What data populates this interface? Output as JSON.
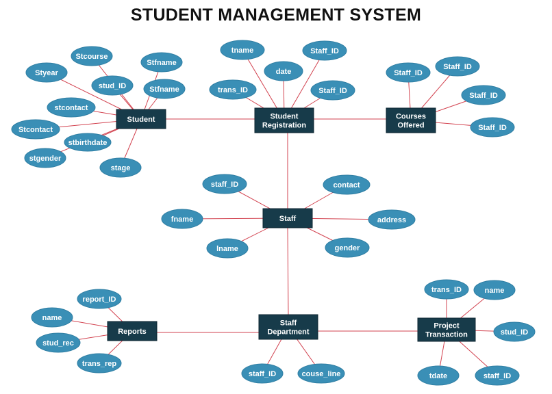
{
  "title": "STUDENT MANAGEMENT SYSTEM",
  "colors": {
    "line": "#d2424f",
    "entity_fill": "#173b4a",
    "attribute_fill": "#3a8fb6",
    "text": "#ffffff"
  },
  "entities": [
    {
      "id": "student",
      "lines": [
        "Student"
      ]
    },
    {
      "id": "registration",
      "lines": [
        "Student",
        "Registration"
      ]
    },
    {
      "id": "courses",
      "lines": [
        "Courses",
        "Offered"
      ]
    },
    {
      "id": "staff",
      "lines": [
        "Staff"
      ]
    },
    {
      "id": "reports",
      "lines": [
        "Reports"
      ]
    },
    {
      "id": "department",
      "lines": [
        "Staff",
        "Department"
      ]
    },
    {
      "id": "project",
      "lines": [
        "Project",
        "Transaction"
      ]
    }
  ],
  "attributes": [
    {
      "id": "a1",
      "entity": "student",
      "label": "Styear"
    },
    {
      "id": "a2",
      "entity": "student",
      "label": "Stcourse"
    },
    {
      "id": "a3",
      "entity": "student",
      "label": "stud_ID"
    },
    {
      "id": "a4",
      "entity": "student",
      "label": "Stfname"
    },
    {
      "id": "a5",
      "entity": "student",
      "label": "Stfname"
    },
    {
      "id": "a6",
      "entity": "student",
      "label": "stcontact"
    },
    {
      "id": "a7",
      "entity": "student",
      "label": "Stcontact"
    },
    {
      "id": "a8",
      "entity": "student",
      "label": "stbirthdate"
    },
    {
      "id": "a9",
      "entity": "student",
      "label": "stgender"
    },
    {
      "id": "a10",
      "entity": "student",
      "label": "stage"
    },
    {
      "id": "a11",
      "entity": "registration",
      "label": "tname"
    },
    {
      "id": "a12",
      "entity": "registration",
      "label": "Staff_ID"
    },
    {
      "id": "a13",
      "entity": "registration",
      "label": "date"
    },
    {
      "id": "a14",
      "entity": "registration",
      "label": "trans_ID"
    },
    {
      "id": "a15",
      "entity": "registration",
      "label": "Staff_ID"
    },
    {
      "id": "a16",
      "entity": "courses",
      "label": "Staff_ID"
    },
    {
      "id": "a17",
      "entity": "courses",
      "label": "Staff_ID"
    },
    {
      "id": "a18",
      "entity": "courses",
      "label": "Staff_ID"
    },
    {
      "id": "a19",
      "entity": "courses",
      "label": "Staff_ID"
    },
    {
      "id": "a20",
      "entity": "staff",
      "label": "staff_ID"
    },
    {
      "id": "a21",
      "entity": "staff",
      "label": "contact"
    },
    {
      "id": "a22",
      "entity": "staff",
      "label": "fname"
    },
    {
      "id": "a23",
      "entity": "staff",
      "label": "address"
    },
    {
      "id": "a24",
      "entity": "staff",
      "label": "lname"
    },
    {
      "id": "a25",
      "entity": "staff",
      "label": "gender"
    },
    {
      "id": "a26",
      "entity": "reports",
      "label": "report_ID"
    },
    {
      "id": "a27",
      "entity": "reports",
      "label": "name"
    },
    {
      "id": "a28",
      "entity": "reports",
      "label": "stud_rec"
    },
    {
      "id": "a29",
      "entity": "reports",
      "label": "trans_rep"
    },
    {
      "id": "a30",
      "entity": "department",
      "label": "staff_ID"
    },
    {
      "id": "a31",
      "entity": "department",
      "label": "couse_line"
    },
    {
      "id": "a32",
      "entity": "project",
      "label": "trans_ID"
    },
    {
      "id": "a33",
      "entity": "project",
      "label": "name"
    },
    {
      "id": "a34",
      "entity": "project",
      "label": "stud_ID"
    },
    {
      "id": "a35",
      "entity": "project",
      "label": "tdate"
    },
    {
      "id": "a36",
      "entity": "project",
      "label": "staff_ID"
    }
  ],
  "relationships": [
    {
      "from": "student",
      "to": "registration"
    },
    {
      "from": "registration",
      "to": "courses"
    },
    {
      "from": "registration",
      "to": "staff"
    },
    {
      "from": "staff",
      "to": "department"
    },
    {
      "from": "reports",
      "to": "department"
    },
    {
      "from": "department",
      "to": "project"
    }
  ]
}
